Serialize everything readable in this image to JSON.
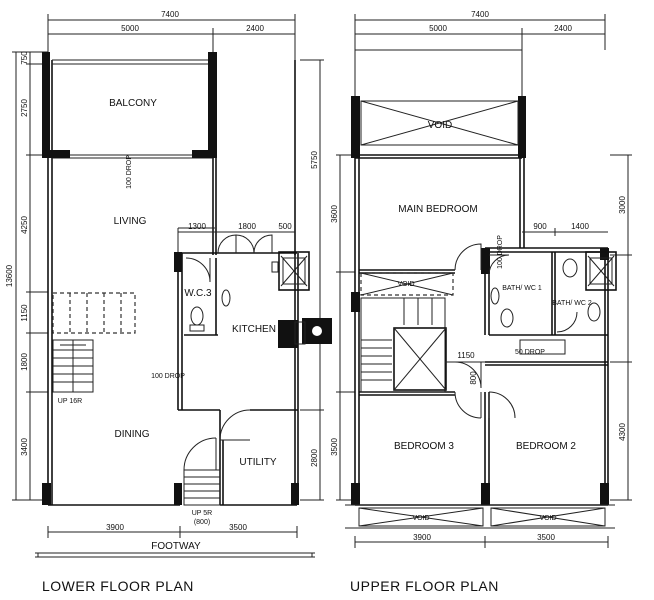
{
  "lower": {
    "title": "LOWER FLOOR PLAN",
    "dims_top": {
      "total": "7400",
      "left": "5000",
      "right": "2400"
    },
    "dims_left": {
      "total": "13600",
      "d1": "750",
      "d2": "2750",
      "d3": "4250",
      "d4": "1150",
      "d5": "1800",
      "d6": "3400"
    },
    "dims_right": {
      "upper": "5750",
      "lower": "2800"
    },
    "dims_inner": {
      "a": "1300",
      "b": "1800",
      "c": "500"
    },
    "dims_bottom": {
      "left": "3900",
      "right": "3500"
    },
    "rooms": {
      "balcony": "BALCONY",
      "living": "LIVING",
      "dining": "DINING",
      "wc": "W.C.3",
      "kitchen": "KITCHEN",
      "utility": "UTILITY"
    },
    "notes": {
      "drop1": "100 DROP",
      "drop2": "100 DROP",
      "stair_up": "UP 16R",
      "entry_up": "UP 5R",
      "entry_width": "(800)",
      "footway": "FOOTWAY"
    }
  },
  "upper": {
    "title": "UPPER FLOOR PLAN",
    "dims_top": {
      "total": "7400",
      "left": "5000",
      "right": "2400"
    },
    "dims_left": {
      "d1": "3600",
      "d2": "3500"
    },
    "dims_right": {
      "d1": "3000",
      "d2": "4300"
    },
    "dims_inner": {
      "a": "900",
      "b": "1400",
      "c": "1150",
      "d": "800"
    },
    "dims_bottom": {
      "left": "3900",
      "right": "3500"
    },
    "rooms": {
      "void_top": "VOID",
      "main_bedroom": "MAIN BEDROOM",
      "void_mid": "VOID",
      "bath1": "BATH/ WC 1",
      "bath2": "BATH/ WC 2",
      "bedroom3": "BEDROOM 3",
      "bedroom2": "BEDROOM 2",
      "void_b1": "VOID",
      "void_b2": "VOID"
    },
    "notes": {
      "drop1": "100 DROP",
      "drop2": "50 DROP"
    }
  }
}
